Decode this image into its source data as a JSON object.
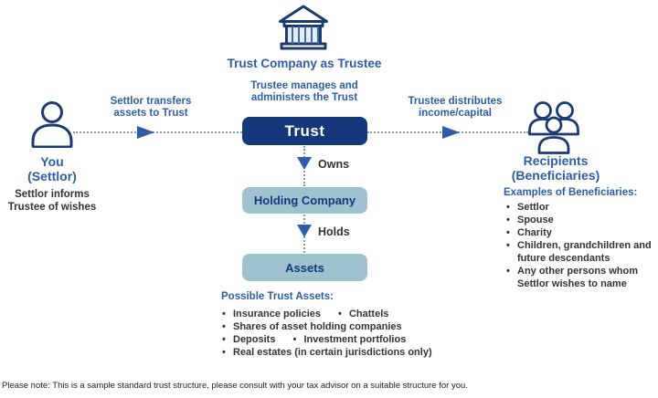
{
  "colors": {
    "navy": "#1b3a73",
    "box_navy": "#14387a",
    "blue": "#2d5da9",
    "light_box": "#9fc2cf",
    "dark_text": "#333333"
  },
  "trustee": {
    "title": "Trust Company as Trustee",
    "subtitle": "Trustee manages and administers the Trust"
  },
  "settlor": {
    "name": "You",
    "role": "(Settlor)",
    "note": "Settlor informs Trustee of wishes",
    "transfer_label": "Settlor transfers assets to Trust"
  },
  "recipients": {
    "name": "Recipients",
    "role": "(Beneficiaries)",
    "distribute_label": "Trustee distributes income/capital",
    "examples_title": "Examples of Beneficiaries:",
    "examples": [
      "Settlor",
      "Spouse",
      "Charity",
      "Children, grandchildren and future descendants",
      "Any other persons whom Settlor wishes to name"
    ]
  },
  "structure": {
    "trust_label": "Trust",
    "holding_label": "Holding Company",
    "assets_label": "Assets",
    "owns_label": "Owns",
    "holds_label": "Holds"
  },
  "trust_assets": {
    "title": "Possible Trust Assets:",
    "rows": [
      [
        "Insurance policies",
        "Chattels"
      ],
      [
        "Shares of asset holding companies"
      ],
      [
        "Deposits",
        "Investment portfolios"
      ],
      [
        "Real estates (in certain jurisdictions only)"
      ]
    ]
  },
  "footnote": "Please note: This is a sample standard trust structure, please consult with your tax advisor on a suitable structure for you."
}
